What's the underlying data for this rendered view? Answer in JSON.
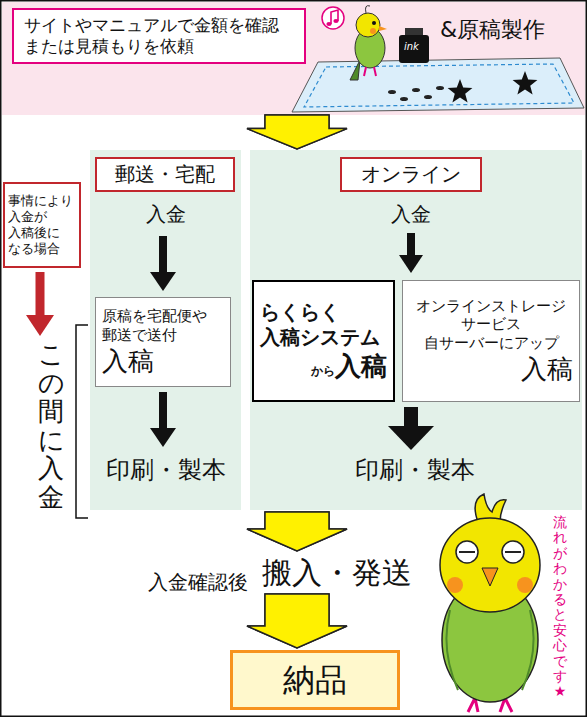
{
  "diagram": {
    "nodes": [
      {
        "text": [
          "&原稿製作"
        ]
      },
      {
        "text": [
          "サイトやマニュアルで金額を確認 または見積もりを依頼"
        ],
        "in": 0
      },
      {
        "text": [
          "入金",
          "印刷・製本"
        ]
      },
      {
        "text": [
          "郵送・宅配"
        ],
        "in": 2
      },
      {
        "text": [
          "原稿を宅配便や 郵送で送付",
          "入稿"
        ],
        "in": 2
      },
      {
        "text": [
          "入金",
          "印刷・製本"
        ]
      },
      {
        "text": [
          "オンライン"
        ],
        "in": 5
      },
      {
        "text": [
          "らくらく 入稿システム",
          "から",
          "入稿"
        ],
        "in": 5
      },
      {
        "text": [
          "オンラインストレージ サービス 自サーバーにアップ",
          "入稿"
        ],
        "in": 5
      },
      {
        "text": [
          "事情により 入金が 入稿後に なる場合"
        ]
      },
      {
        "text": [
          "納品"
        ]
      }
    ],
    "edges": [
      {
        "from": 0,
        "to": 2,
        "arrow": "to"
      },
      {
        "from": 0,
        "to": 5,
        "arrow": "to"
      },
      {
        "from": 2,
        "to": 10,
        "arrow": "to"
      },
      {
        "from": 5,
        "to": 10,
        "arrow": "to"
      }
    ],
    "labels": [
      "ink",
      "入金確認後",
      "搬入・発送",
      "この間に入金",
      "流れがわかると安心です★"
    ]
  }
}
